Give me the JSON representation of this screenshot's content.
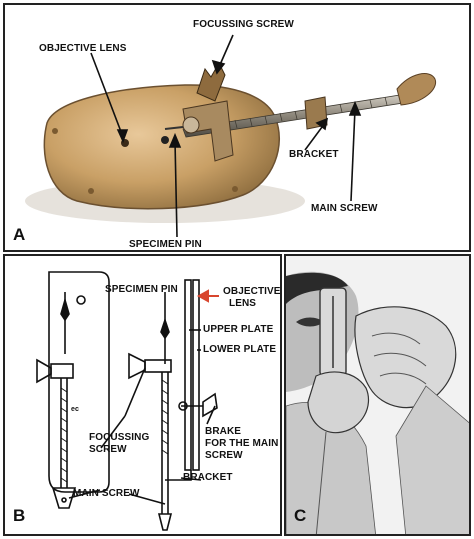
{
  "panels": {
    "A": {
      "letter": "A",
      "labels": {
        "focussing_screw": "FOCUSSING SCREW",
        "objective_lens": "OBJECTIVE LENS",
        "bracket": "BRACKET",
        "main_screw": "MAIN SCREW",
        "specimen_pin": "SPECIMEN PIN"
      }
    },
    "B": {
      "letter": "B",
      "labels": {
        "specimen_pin": "SPECIMEN PIN",
        "objective": "OBJECTIVE",
        "lens": "LENS",
        "upper_plate": "UPPER PLATE",
        "lower_plate": "LOWER PLATE",
        "focussing": "FOCUSSING",
        "screw": "SCREW",
        "brake_line1": "BRAKE",
        "brake_line2": "FOR THE MAIN",
        "brake_line3": "SCREW",
        "bracket": "BRACKET",
        "main_screw": "MAIN SCREW",
        "plate_mark": "ec"
      }
    },
    "C": {
      "letter": "C"
    }
  },
  "colors": {
    "plate_brass": "#c9a066",
    "screw_steel": "#8a8478",
    "arrow_red": "#d8462e",
    "ink": "#111111",
    "skin": "#d9d9d9"
  }
}
